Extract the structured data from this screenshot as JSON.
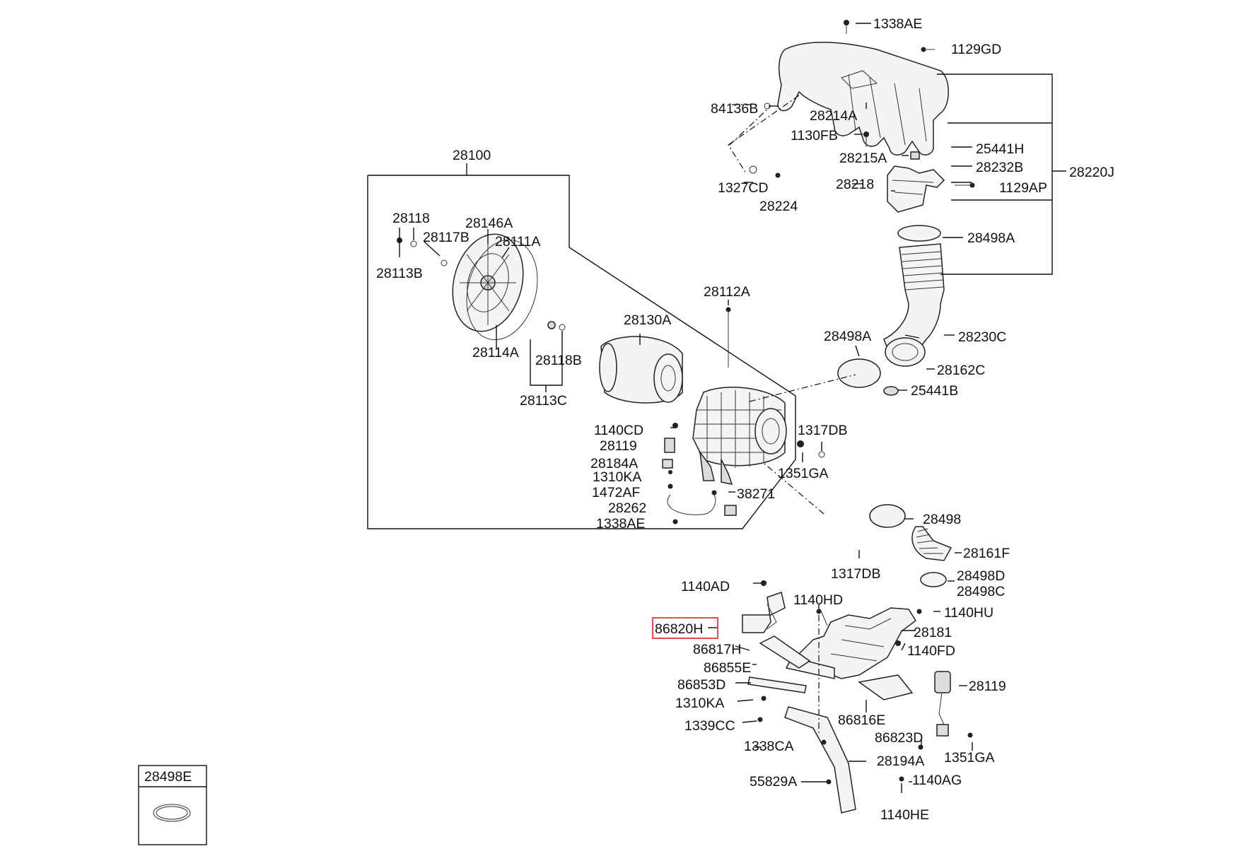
{
  "labels": {
    "1338AE_top": "1338AE",
    "1129GD": "1129GD",
    "84136B": "84136B",
    "28214A": "28214A",
    "1130FB": "1130FB",
    "28215A": "28215A",
    "25441H": "25441H",
    "28232B": "28232B",
    "28220J": "28220J",
    "1327CD": "1327CD",
    "28224": "28224",
    "28218": "28218",
    "1129AP": "1129AP",
    "28498A_top": "28498A",
    "28100": "28100",
    "28118": "28118",
    "28146A": "28146A",
    "28117B": "28117B",
    "28111A": "28111A",
    "28113B": "28113B",
    "28112A": "28112A",
    "28130A": "28130A",
    "28498A_mid": "28498A",
    "28230C": "28230C",
    "28114A": "28114A",
    "28118B": "28118B",
    "28162C": "28162C",
    "28113C": "28113C",
    "25441B": "25441B",
    "1140CD": "1140CD",
    "1317DB_a": "1317DB",
    "28119_a": "28119",
    "28184A": "28184A",
    "1310KA_a": "1310KA",
    "1351GA_a": "1351GA",
    "1472AF": "1472AF",
    "38271": "38271",
    "28262": "28262",
    "28498": "28498",
    "1338AE_b": "1338AE",
    "28161F": "28161F",
    "1317DB_b": "1317DB",
    "28498D": "28498D",
    "1140AD": "1140AD",
    "28498C": "28498C",
    "1140HD": "1140HD",
    "1140HU": "1140HU",
    "86820H": "86820H",
    "28181": "28181",
    "86817H": "86817H",
    "1140FD": "1140FD",
    "86855E": "86855E",
    "86853D": "86853D",
    "28119_b": "28119",
    "1310KA_b": "1310KA",
    "86816E": "86816E",
    "1339CC": "1339CC",
    "86823D": "86823D",
    "1338CA": "1338CA",
    "1351GA_b": "1351GA",
    "28194A": "28194A",
    "55829A": "55829A",
    "1140AG": "1140AG",
    "1140HE": "1140HE",
    "28498E": "28498E"
  },
  "highlight": {
    "label": "86820H",
    "color": "#e02020"
  },
  "colors": {
    "line": "#111111",
    "background": "#ffffff"
  }
}
